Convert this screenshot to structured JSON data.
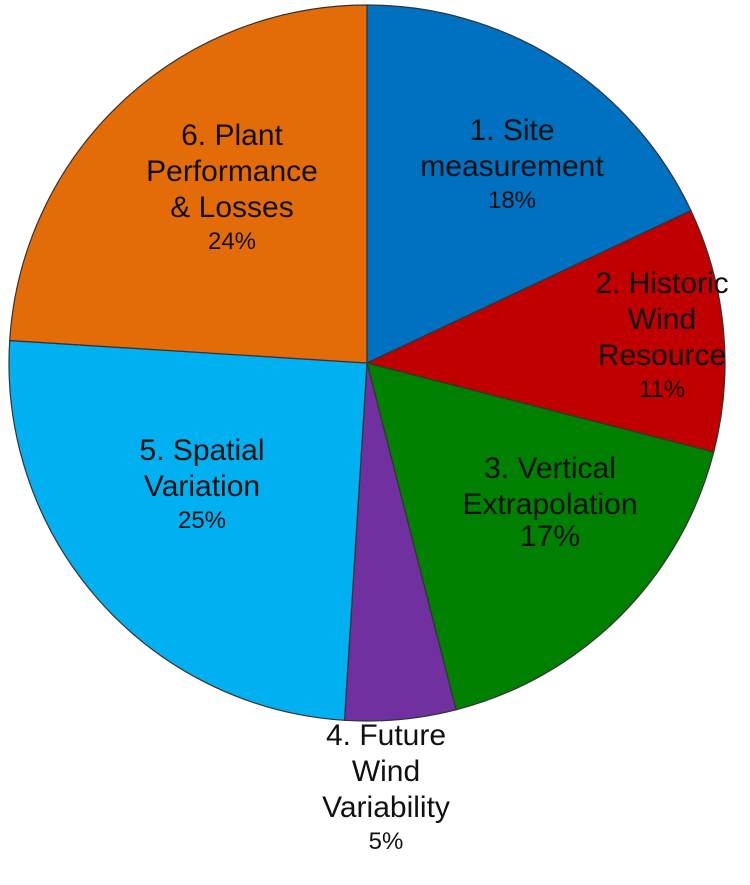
{
  "chart_data": {
    "type": "pie",
    "title": "",
    "legend": "none",
    "slices": [
      {
        "name_lines": [
          "1. Site",
          "measurement"
        ],
        "value": 18,
        "value_label": "18%",
        "color": "#0070C0"
      },
      {
        "name_lines": [
          "2. Historic",
          "Wind",
          "Resource"
        ],
        "value": 11,
        "value_label": "11%",
        "color": "#C00000"
      },
      {
        "name_lines": [
          "3. Vertical",
          "Extrapolation"
        ],
        "value": 17,
        "value_label": "17%",
        "color": "#008000"
      },
      {
        "name_lines": [
          "4. Future",
          "Wind",
          "Variability"
        ],
        "value": 5,
        "value_label": "5%",
        "color": "#7030A0"
      },
      {
        "name_lines": [
          "5. Spatial",
          "Variation"
        ],
        "value": 25,
        "value_label": "25%",
        "color": "#00B0F0"
      },
      {
        "name_lines": [
          "6. Plant",
          "Performance",
          "& Losses"
        ],
        "value": 24,
        "value_label": "24%",
        "color": "#E36C09"
      }
    ]
  }
}
